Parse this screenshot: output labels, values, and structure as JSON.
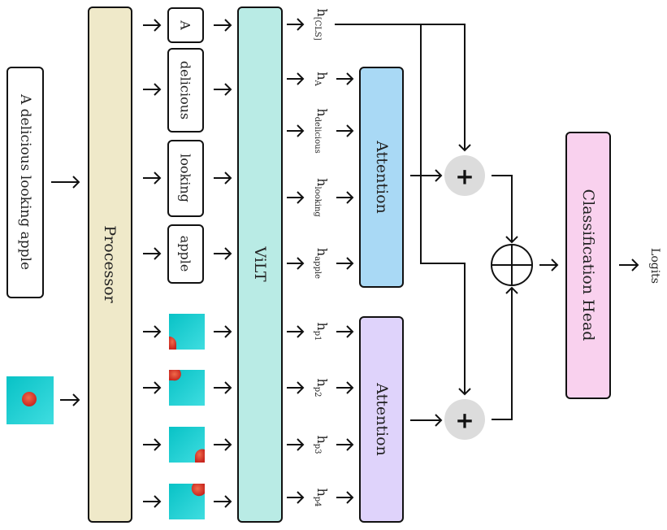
{
  "diagram": {
    "title": "ViLT-based visual question classification pipeline",
    "input_text": "A delicious looking apple",
    "input_image": "apple-on-teal-image",
    "processor_label": "Processor",
    "tokens": [
      "A",
      "delicious",
      "looking",
      "apple"
    ],
    "patches": [
      "patch-1",
      "patch-2",
      "patch-3",
      "patch-4"
    ],
    "model_label": "ViLT",
    "hidden_states_text": [
      {
        "base": "h",
        "sub": "[CLS]"
      },
      {
        "base": "h",
        "sub": "A"
      },
      {
        "base": "h",
        "sub": "delicious"
      },
      {
        "base": "h",
        "sub": "looking"
      },
      {
        "base": "h",
        "sub": "apple"
      }
    ],
    "hidden_states_image": [
      {
        "base": "h",
        "sub": "p1"
      },
      {
        "base": "h",
        "sub": "p2"
      },
      {
        "base": "h",
        "sub": "p3"
      },
      {
        "base": "h",
        "sub": "p4"
      }
    ],
    "attention_text_label": "Attention",
    "attention_image_label": "Attention",
    "add_symbol": "+",
    "concat_symbol": "⊕",
    "head_label": "Classification Head",
    "output_label": "Logits"
  },
  "colors": {
    "processor": "#efe9c9",
    "vilt": "#b9ebe5",
    "attention_text": "#a9d9f5",
    "attention_image": "#dfd3fb",
    "head": "#f9d1ee",
    "add_node": "#dcdcdc",
    "image_bg": "#0ccfcf",
    "apple": "#d9342b"
  }
}
